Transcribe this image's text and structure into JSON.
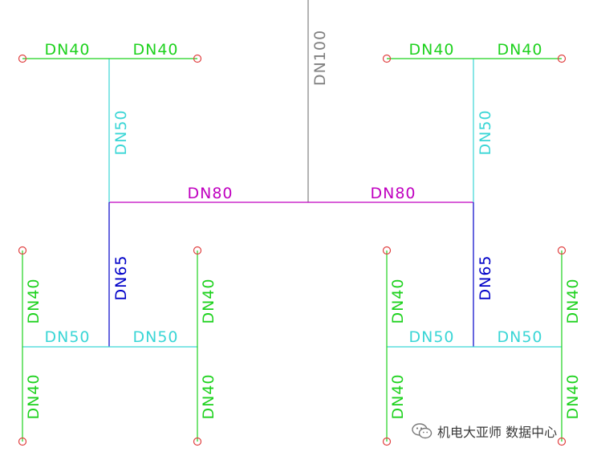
{
  "colors": {
    "main_gray": "#808080",
    "dn80_magenta": "#c000c0",
    "dn65_blue": "#0000c8",
    "dn50_cyan": "#3ad6d6",
    "dn40_green": "#1ed21e",
    "outlet_red": "#e04040",
    "background": "#ffffff"
  },
  "labels": {
    "riser": "DN100",
    "dn80_left": "DN80",
    "dn80_right": "DN80",
    "top_left_dn50": "DN50",
    "top_right_dn50": "DN50",
    "top_left_dn40_a": "DN40",
    "top_left_dn40_b": "DN40",
    "top_right_dn40_a": "DN40",
    "top_right_dn40_b": "DN40",
    "dn65_left": "DN65",
    "dn65_right": "DN65",
    "bottom_left_dn50_a": "DN50",
    "bottom_left_dn50_b": "DN50",
    "bottom_right_dn50_a": "DN50",
    "bottom_right_dn50_b": "DN50",
    "bl_outer_upper_dn40": "DN40",
    "bl_outer_lower_dn40": "DN40",
    "bl_inner_upper_dn40": "DN40",
    "bl_inner_lower_dn40": "DN40",
    "br_inner_upper_dn40": "DN40",
    "br_inner_lower_dn40": "DN40",
    "br_outer_upper_dn40": "DN40",
    "br_outer_lower_dn40": "DN40"
  },
  "watermark": {
    "text": "机电大亚师 数据中心",
    "icon": "wechat-logo-icon"
  }
}
